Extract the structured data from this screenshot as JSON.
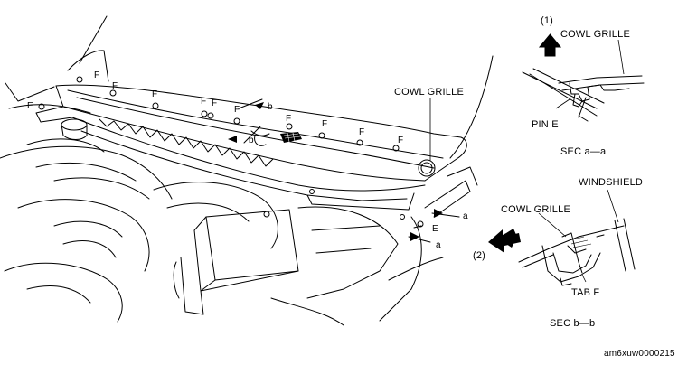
{
  "labels": {
    "cowl_grille_main": "COWL GRILLE",
    "cowl_grille_detail_a": "COWL GRILLE",
    "cowl_grille_detail_b": "COWL GRILLE",
    "windshield": "WINDSHIELD",
    "pin_e": "PIN E",
    "tab_f": "TAB F",
    "sec_a": "SEC a—a",
    "sec_b": "SEC b—b",
    "step_1": "(1)",
    "step_2": "(2)",
    "ref_code": "am6xuw0000215"
  },
  "callouts": {
    "pin": "E",
    "tab": "F",
    "section_a": "a",
    "section_b": "b"
  },
  "colors": {
    "line": "#000000",
    "background": "#ffffff",
    "arrow_fill": "#000000"
  }
}
